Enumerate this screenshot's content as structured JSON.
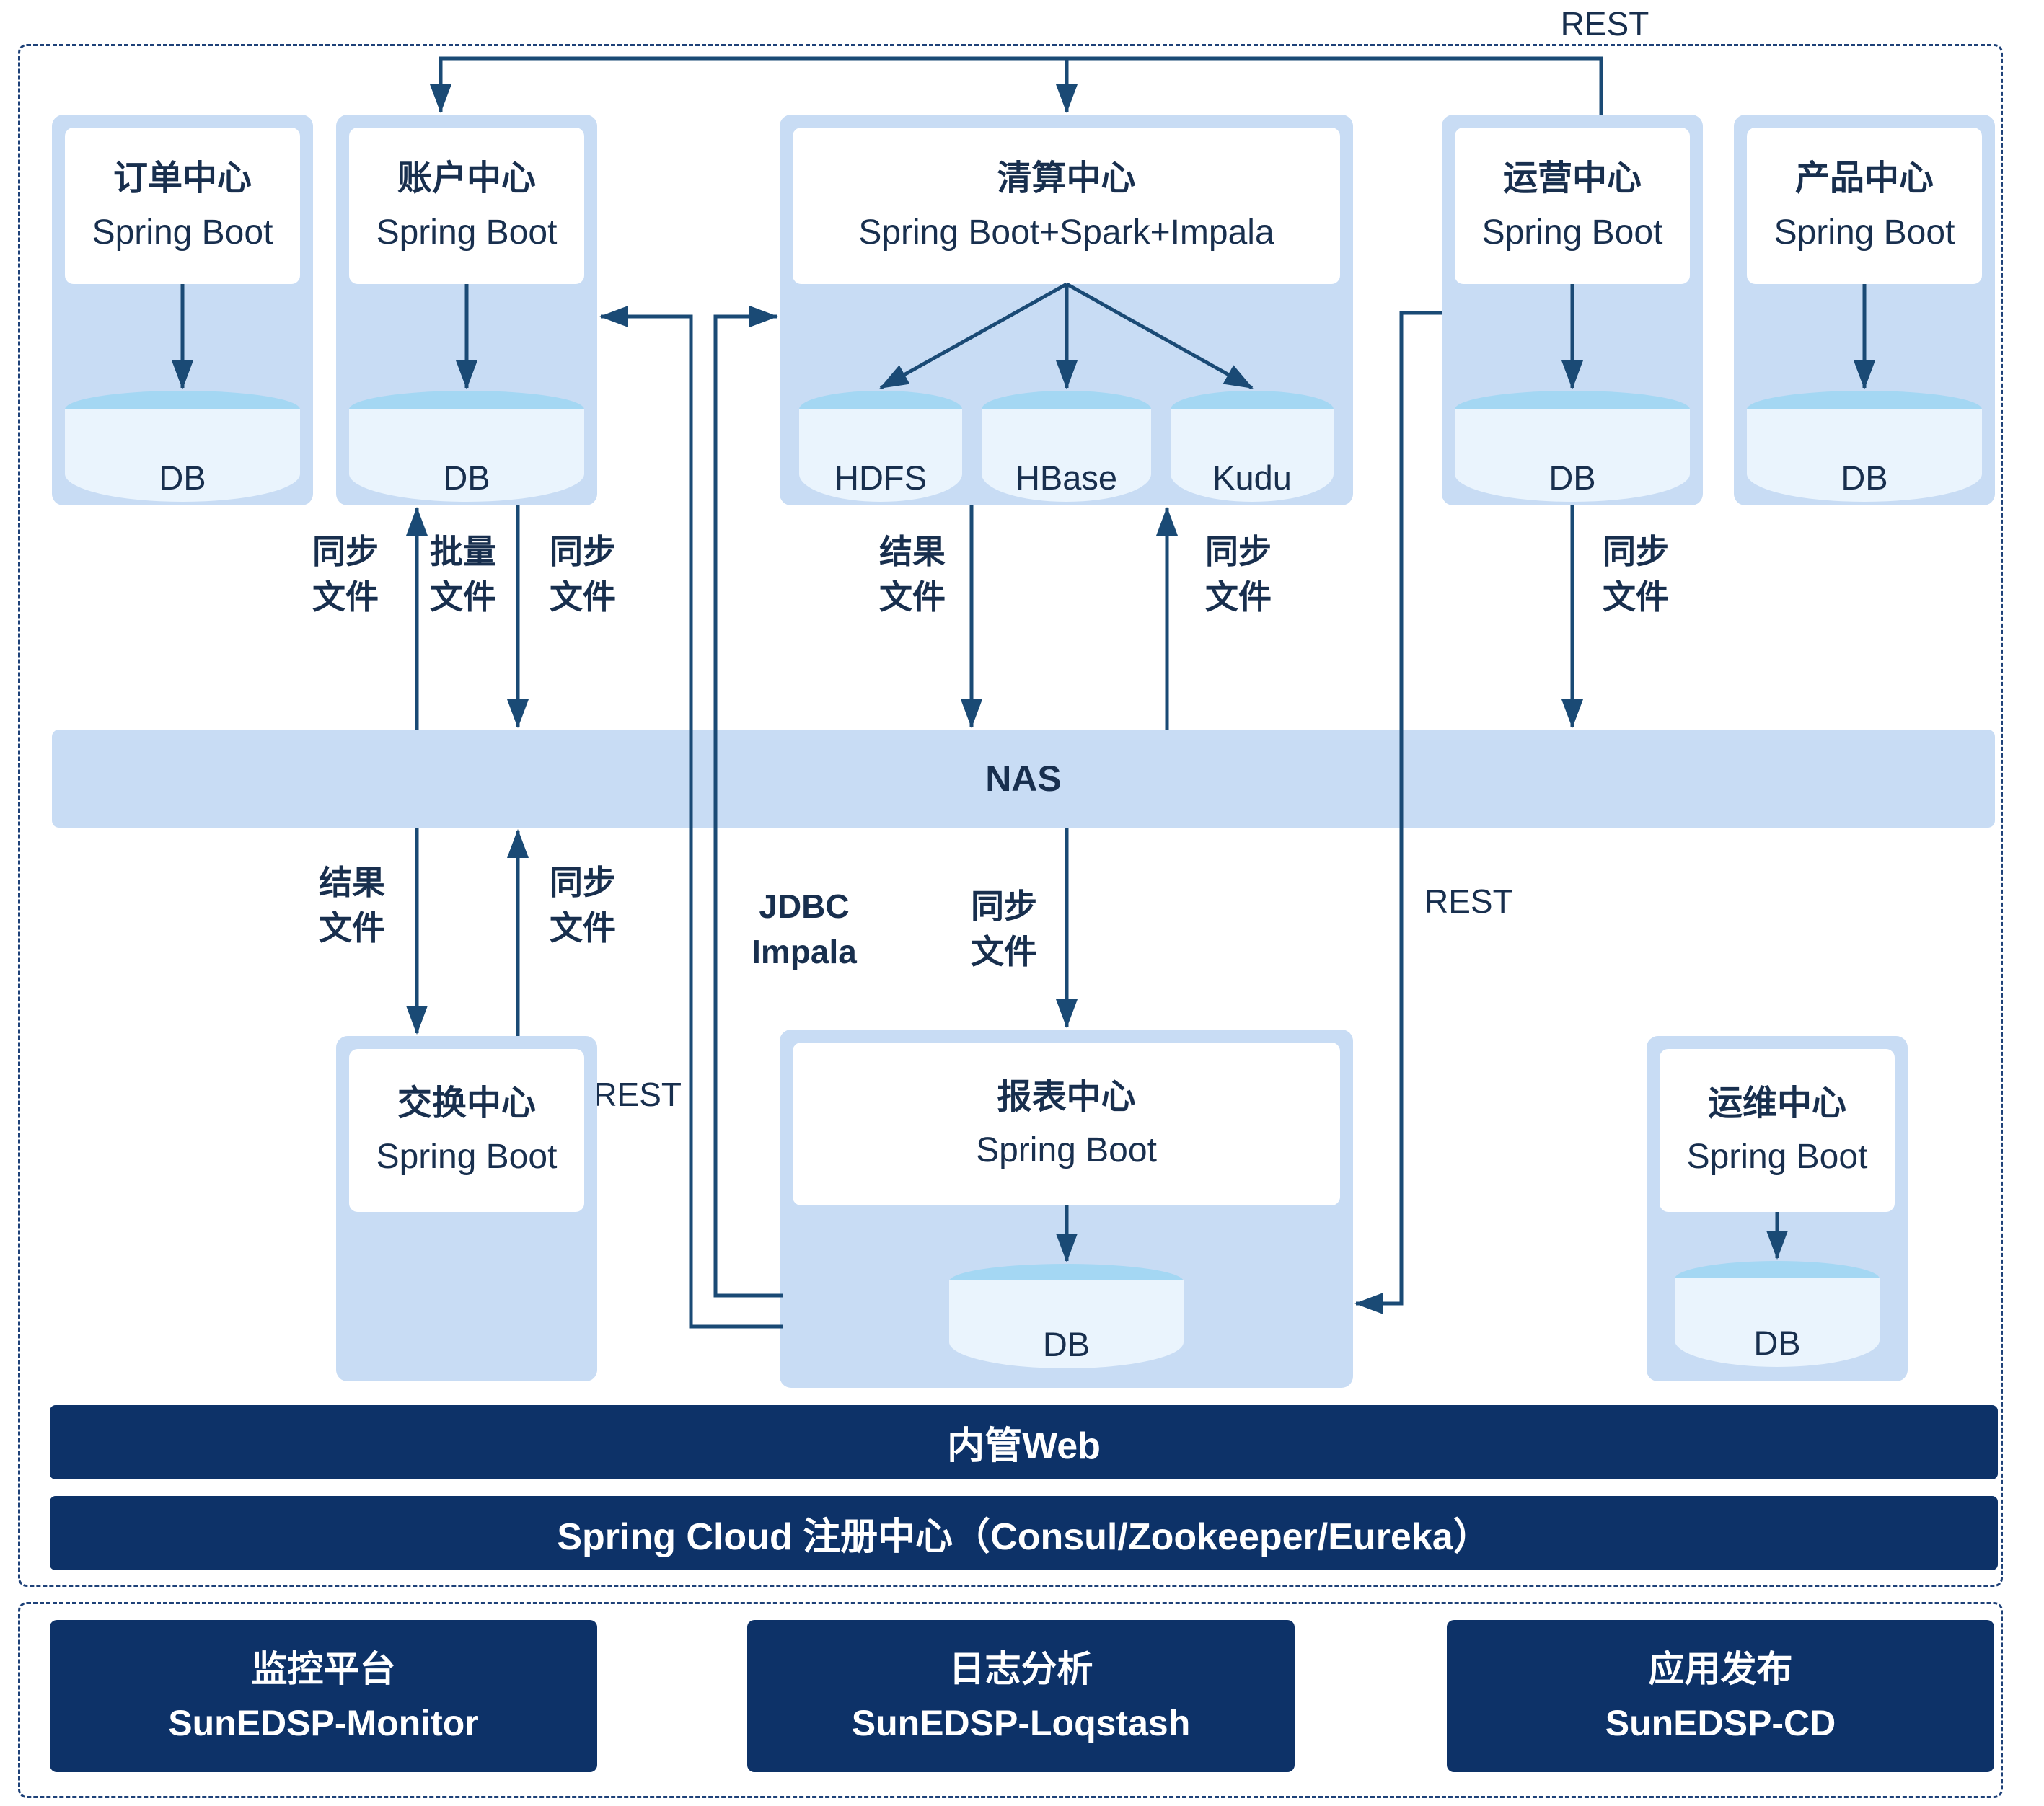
{
  "diagram": {
    "rest_top": "REST",
    "nas": "NAS",
    "top_services": [
      {
        "name": "订单中心",
        "tech": "Spring Boot",
        "db": "DB"
      },
      {
        "name": "账户中心",
        "tech": "Spring Boot",
        "db": "DB"
      },
      {
        "name": "清算中心",
        "tech": "Spring Boot+Spark+Impala",
        "stores": [
          "HDFS",
          "HBase",
          "Kudu"
        ]
      },
      {
        "name": "运营中心",
        "tech": "Spring Boot",
        "db": "DB"
      },
      {
        "name": "产品中心",
        "tech": "Spring Boot",
        "db": "DB"
      }
    ],
    "mid_services": [
      {
        "name": "交换中心",
        "tech": "Spring Boot"
      },
      {
        "name": "报表中心",
        "tech": "Spring Boot",
        "db": "DB"
      },
      {
        "name": "运维中心",
        "tech": "Spring Boot",
        "db": "DB"
      }
    ],
    "flow_labels": {
      "sync_file_1": "同步\n文件",
      "batch_file": "批量\n文件",
      "sync_file_2": "同步\n文件",
      "result_file_1": "结果\n文件",
      "sync_file_3": "同步\n文件",
      "sync_file_4": "同步\n文件",
      "result_file_2": "结果\n文件",
      "sync_file_5": "同步\n文件",
      "jdbc_impala": "JDBC\nImpala",
      "sync_file_6": "同步\n文件",
      "rest_mid": "REST",
      "rest_exchange": "REST"
    },
    "bars": {
      "web": "内管Web",
      "registry": "Spring Cloud 注册中心（Consul/Zookeeper/Eureka）"
    },
    "platform": [
      {
        "name": "监控平台",
        "product": "SunEDSP-Monitor"
      },
      {
        "name": "日志分析",
        "product": "SunEDSP-Loqstash"
      },
      {
        "name": "应用发布",
        "product": "SunEDSP-CD"
      }
    ],
    "colors": {
      "panel_blue": "#c8dcf4",
      "cylinder_top": "#a4d7f3",
      "cylinder_body": "#eaf4fd",
      "dark_navy": "#0d3268",
      "arrow": "#1a4a75",
      "text": "#182f4e"
    }
  }
}
